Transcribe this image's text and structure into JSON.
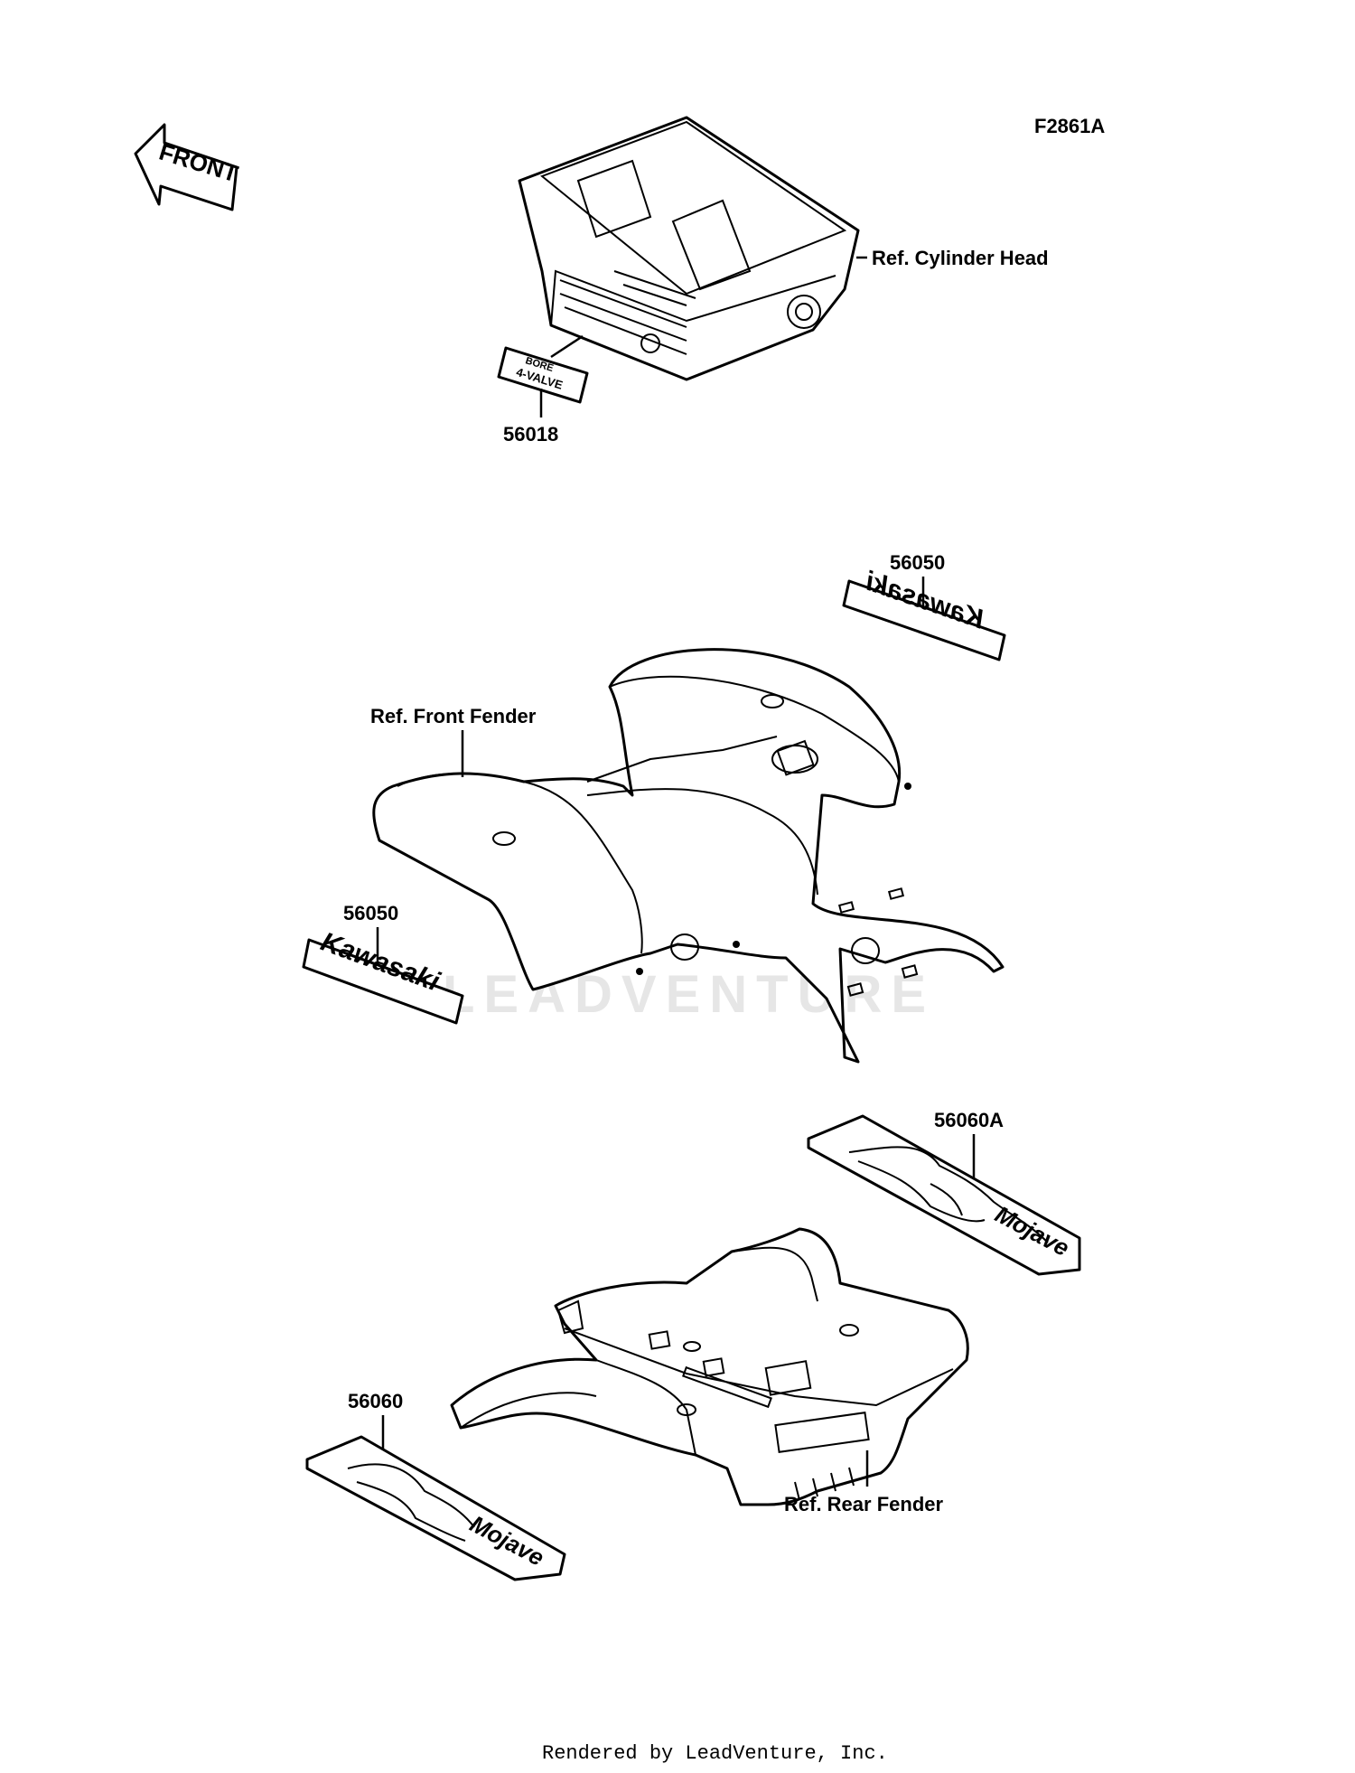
{
  "figure_id": "F2861A",
  "front_arrow": {
    "text": "FRONT"
  },
  "watermark": "LEADVENTURE",
  "footer": "Rendered by LeadVenture, Inc.",
  "labels": {
    "cylinder_head": "Ref. Cylinder Head",
    "front_fender": "Ref. Front Fender",
    "rear_fender": "Ref. Rear Fender"
  },
  "parts": {
    "bore_label": {
      "number": "56018",
      "decal_text": [
        "BORE",
        "4-VALVE"
      ]
    },
    "kawasaki_right": {
      "number": "56050",
      "decal_text": "Kawasaki"
    },
    "kawasaki_left": {
      "number": "56050",
      "decal_text": "Kawasaki"
    },
    "stripe_right": {
      "number": "56060A",
      "decal_text": "Mojave"
    },
    "stripe_left": {
      "number": "56060",
      "decal_text": "Mojave"
    }
  }
}
